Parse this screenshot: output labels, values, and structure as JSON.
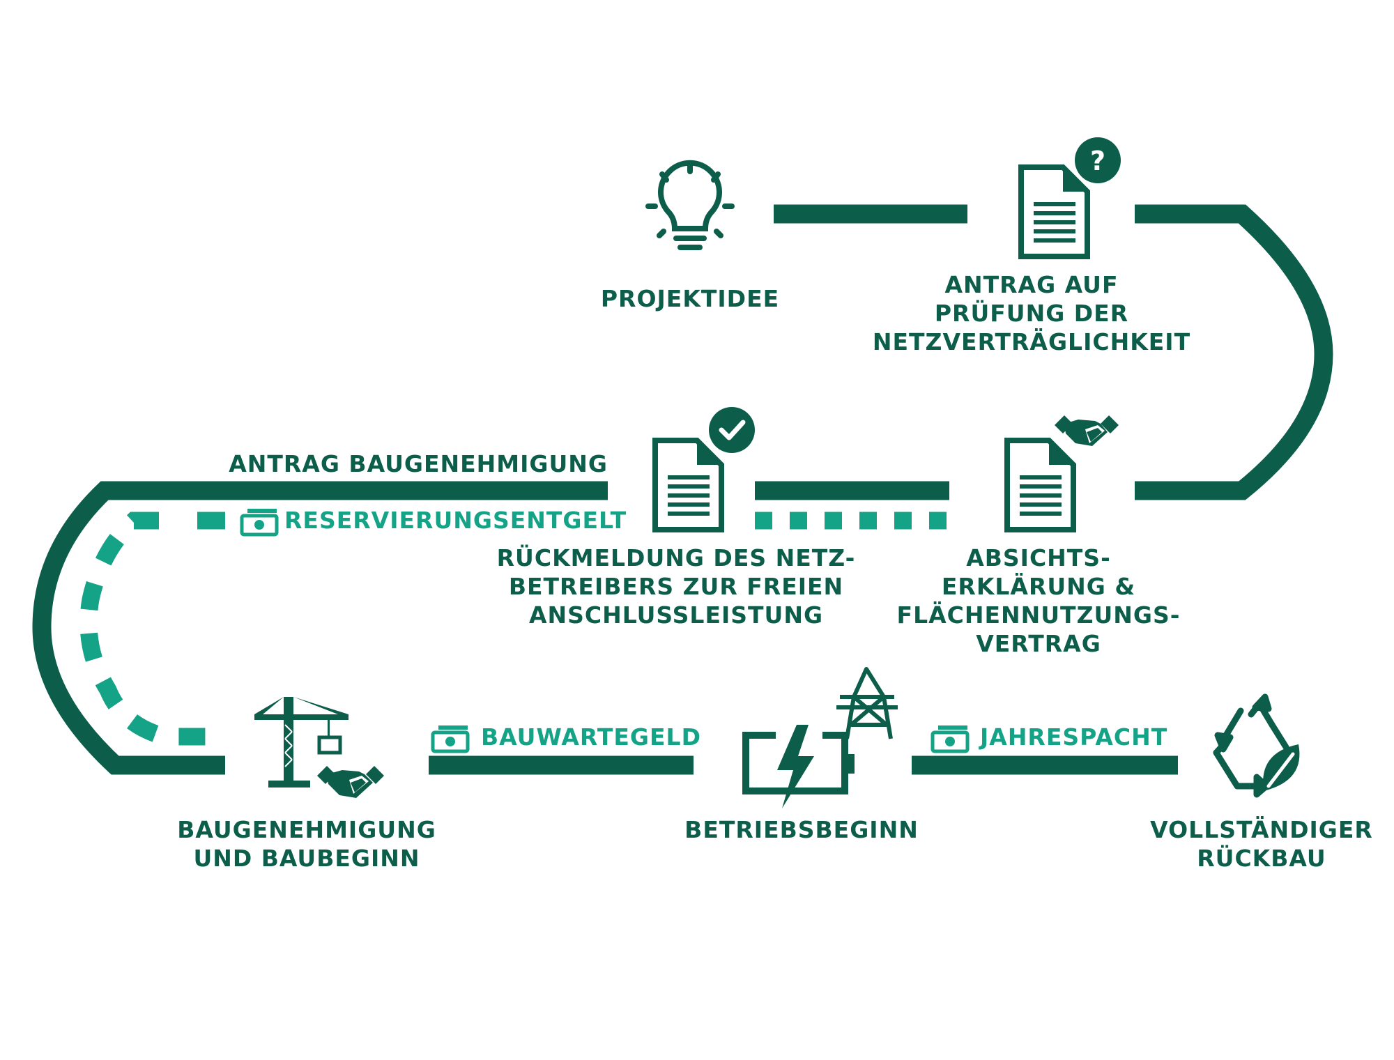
{
  "colors": {
    "dark": "#0c5d4a",
    "accent": "#14a386"
  },
  "steps": {
    "projektidee": {
      "lines": [
        "PROJEKTIDEE"
      ],
      "icon": "lightbulb-icon"
    },
    "antrag_pruefung": {
      "lines": [
        "ANTRAG AUF",
        "PRÜFUNG DER",
        "NETZVERTRÄGLICHKEIT"
      ],
      "icon": "document-question-icon"
    },
    "absicht": {
      "lines": [
        "ABSICHTS-",
        "ERKLÄRUNG &",
        "FLÄCHENNUTZUNGS-",
        "VERTRAG"
      ],
      "icon": "document-handshake-icon"
    },
    "rueckmeldung": {
      "lines": [
        "RÜCKMELDUNG DES NETZ-",
        "BETREIBERS ZUR FREIEN",
        "ANSCHLUSSLEISTUNG"
      ],
      "icon": "document-check-icon"
    },
    "antrag_bau": {
      "lines": [
        "ANTRAG BAUGENEHMIGUNG"
      ]
    },
    "baugenehmigung": {
      "lines": [
        "BAUGENEHMIGUNG",
        "UND BAUBEGINN"
      ],
      "icon": "crane-handshake-icon"
    },
    "betriebsbeginn": {
      "lines": [
        "BETRIEBSBEGINN"
      ],
      "icon": "battery-pylon-icon"
    },
    "rueckbau": {
      "lines": [
        "VOLLSTÄNDIGER",
        "RÜCKBAU"
      ],
      "icon": "recycle-leaf-icon"
    }
  },
  "fees": {
    "reservierung": {
      "label": "RESERVIERUNGSENTGELT",
      "icon": "money-icon"
    },
    "bauwartegeld": {
      "label": "BAUWARTEGELD",
      "icon": "money-icon"
    },
    "jahrespacht": {
      "label": "JAHRESPACHT",
      "icon": "money-icon"
    }
  }
}
